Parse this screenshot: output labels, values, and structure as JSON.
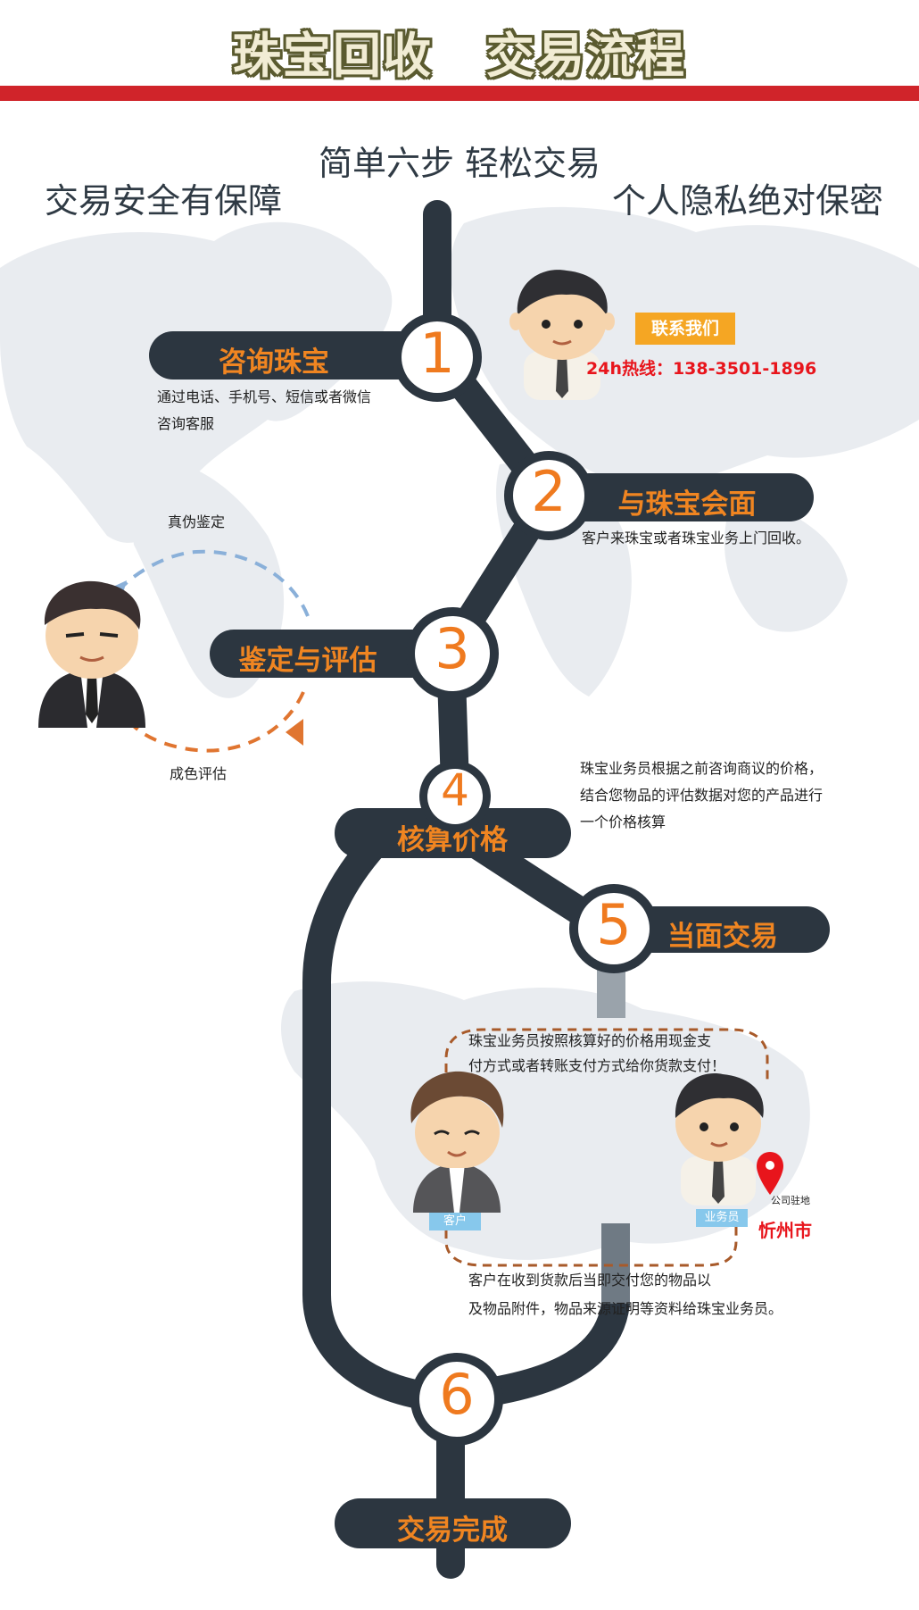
{
  "header": {
    "title_part1": "珠宝回收",
    "title_part2": "交易流程"
  },
  "slogans": {
    "center": "简单六步  轻松交易",
    "left": "交易安全有保障",
    "right": "个人隐私绝对保密"
  },
  "contact": {
    "button": "联系我们",
    "hotline": "24h热线：138-3501-1896"
  },
  "steps": [
    {
      "number": "1",
      "title": "咨询珠宝",
      "desc_lines": [
        "通过电话、手机号、短信或者微信",
        "咨询客服"
      ]
    },
    {
      "number": "2",
      "title": "与珠宝会面",
      "desc_lines": [
        "客户来珠宝或者珠宝业务上门回收。"
      ]
    },
    {
      "number": "3",
      "title": "鉴定与评估",
      "desc_lines": []
    },
    {
      "number": "4",
      "title": "核算价格",
      "desc_lines": [
        "珠宝业务员根据之前咨询商议的价格，",
        "结合您物品的评估数据对您的产品进行",
        "一个价格核算"
      ]
    },
    {
      "number": "5",
      "title": "当面交易",
      "desc_lines": []
    },
    {
      "number": "6",
      "title": "交易完成",
      "desc_lines": []
    }
  ],
  "appraisal": {
    "top_label": "真伪鉴定",
    "bottom_label": "成色评估"
  },
  "transaction": {
    "top_text_lines": [
      "珠宝业务员按照核算好的价格用现金支",
      "付方式或者转账支付方式给你货款支付！"
    ],
    "customer_tag": "客户",
    "staff_tag": "业务员",
    "location_label": "公司驻地",
    "city": "忻州市",
    "bottom_text_lines": [
      "客户在收到货款后当即交付您的物品以",
      "及物品附件，物品来源证明等资料给珠宝业务员。"
    ]
  },
  "colors": {
    "route": "#2c3640",
    "accent_orange": "#ef7a1f",
    "header_red": "#d0242a",
    "hotline_red": "#e8151c",
    "tag_blue": "#87c8ec"
  }
}
